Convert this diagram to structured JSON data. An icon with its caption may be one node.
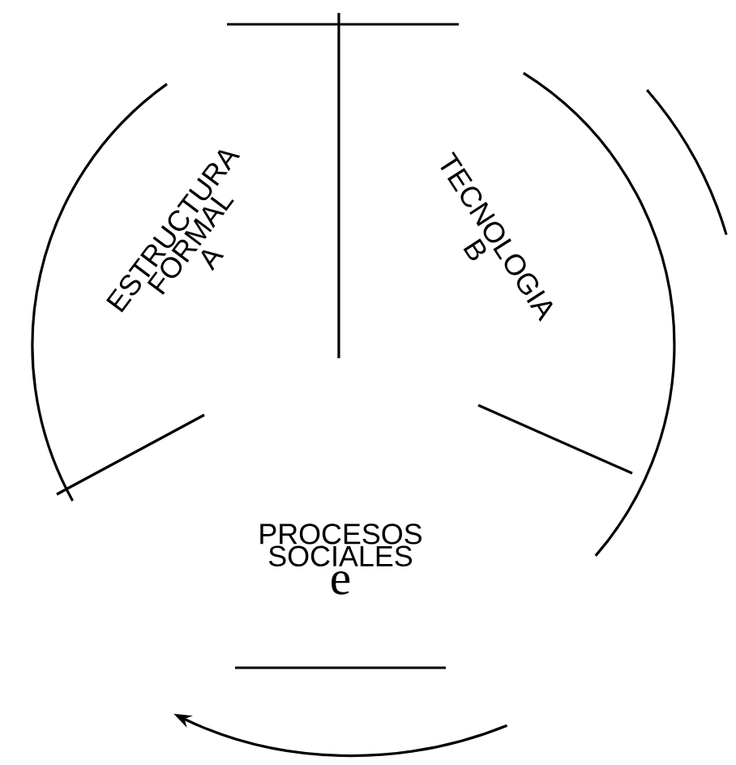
{
  "diagram": {
    "nodes": [
      {
        "text": [
          "ESTRUCTURA FORMAL",
          "A"
        ]
      },
      {
        "text": [
          "TECNOLOGIA",
          "B"
        ]
      },
      {
        "text": [
          "PROCESOS SOCIALES",
          "e"
        ]
      }
    ]
  }
}
